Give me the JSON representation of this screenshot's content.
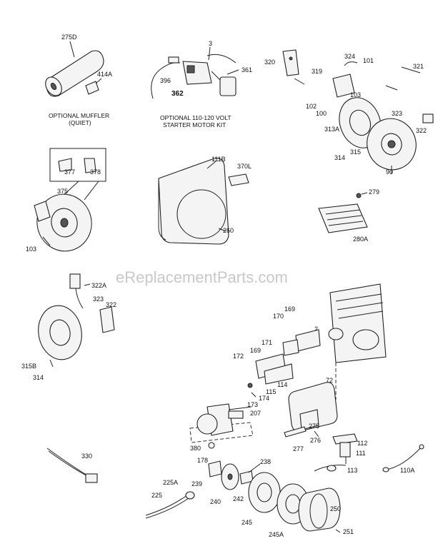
{
  "watermark": "eReplacementParts.com",
  "captions": {
    "muffler": [
      "OPTIONAL MUFFLER",
      "(QUIET)"
    ],
    "starter": [
      "OPTIONAL 110-120 VOLT",
      "STARTER MOTOR KIT"
    ]
  },
  "labels": {
    "p275D": "275D",
    "p414A": "414A",
    "p3": "3",
    "p396": "396",
    "p361": "361",
    "p362": "362",
    "p320": "320",
    "p319": "319",
    "p324": "324",
    "p101": "101",
    "p321": "321",
    "p102": "102",
    "p103a": "103",
    "p100": "100",
    "p313A": "313A",
    "p323a": "323",
    "p322a": "322",
    "p314a": "314",
    "p315": "315",
    "p90": "90",
    "p377": "377",
    "p378": "378",
    "p375": "375",
    "p103b": "103",
    "p111B": "111B",
    "p370L": "370L",
    "p260": "260",
    "p279": "279",
    "p280A": "280A",
    "p322A": "322A",
    "p323b": "323",
    "p322b": "322",
    "p315B": "315B",
    "p314b": "314",
    "p2": "2",
    "p169a": "169",
    "p170": "170",
    "p171": "171",
    "p169b": "169",
    "p172": "172",
    "p72": "72",
    "p115": "115",
    "p114": "114",
    "p174": "174",
    "p173": "173",
    "p207": "207",
    "p275": "275",
    "p276": "276",
    "p277": "277",
    "p112": "112",
    "p111": "111",
    "p380": "380",
    "p178": "178",
    "p330": "330",
    "p238": "238",
    "p113": "113",
    "p110A": "110A",
    "p225A": "225A",
    "p239": "239",
    "p240": "240",
    "p242": "242",
    "p225": "225",
    "p250": "250",
    "p245": "245",
    "p245A": "245A",
    "p251": "251"
  }
}
